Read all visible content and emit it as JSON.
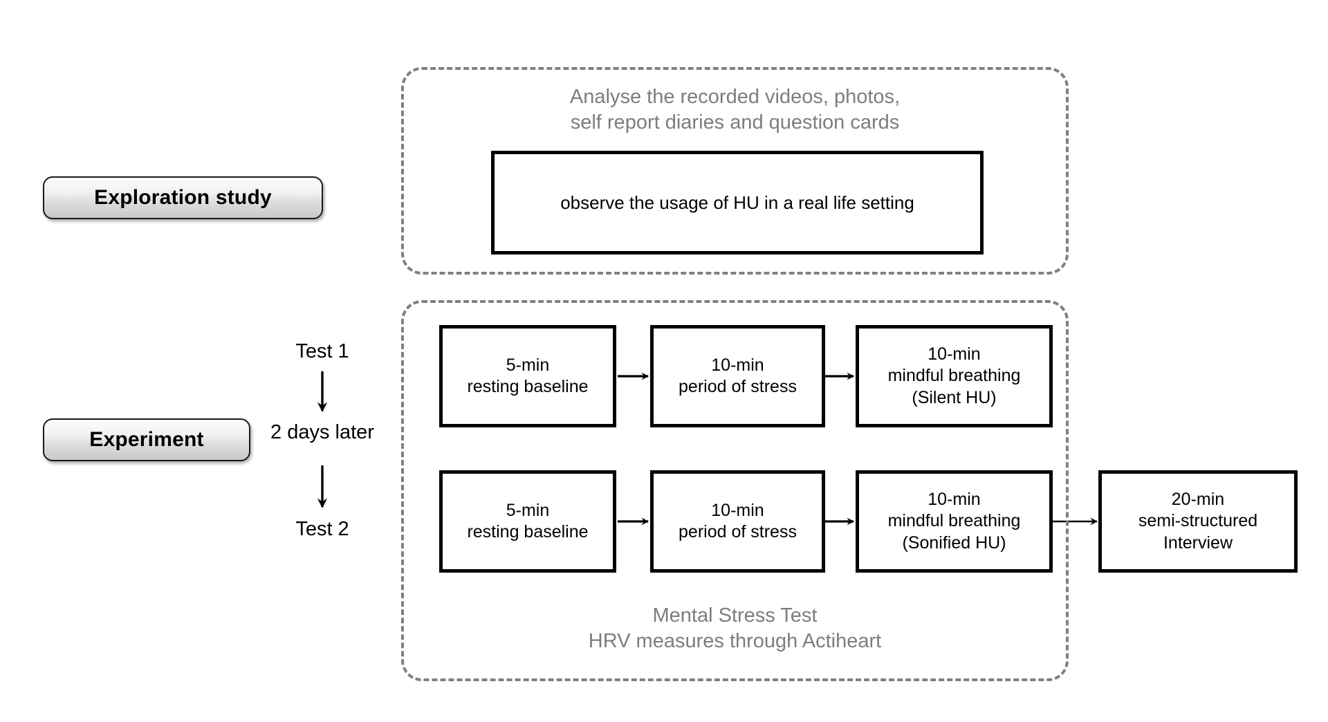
{
  "diagram": {
    "title_alt": "Study design overview: exploration study and experiment",
    "colors": {
      "box_border": "#000000",
      "group_border": "#808080",
      "caption_text": "#7d7d7d",
      "body_text": "#000000",
      "background": "#ffffff"
    }
  },
  "stages": [
    {
      "id": "exploration",
      "label": "Exploration study"
    },
    {
      "id": "experiment",
      "label": "Experiment"
    }
  ],
  "exploration_group": {
    "caption_line1": "Analyse the recorded videos, photos,",
    "caption_line2": "self report diaries and question cards",
    "box": {
      "label": "observe the usage of HU in a real life setting"
    }
  },
  "experiment_group": {
    "caption_line1": "Mental Stress Test",
    "caption_line2": "HRV measures through Actiheart",
    "timeline": [
      {
        "id": "test-1",
        "label": "Test 1"
      },
      {
        "id": "gap",
        "label": "2 days later"
      },
      {
        "id": "test-2",
        "label": "Test 2"
      }
    ],
    "rows": [
      {
        "id": "row-test-1",
        "steps": [
          {
            "id": "baseline-1",
            "lines": [
              "5-min",
              "resting baseline"
            ]
          },
          {
            "id": "stress-1",
            "lines": [
              "10-min",
              "period of stress"
            ]
          },
          {
            "id": "breathing-silent",
            "lines": [
              "10-min",
              "mindful breathing",
              "(Silent HU)"
            ]
          }
        ]
      },
      {
        "id": "row-test-2",
        "steps": [
          {
            "id": "baseline-2",
            "lines": [
              "5-min",
              "resting baseline"
            ]
          },
          {
            "id": "stress-2",
            "lines": [
              "10-min",
              "period of stress"
            ]
          },
          {
            "id": "breathing-sonified",
            "lines": [
              "10-min",
              "mindful breathing",
              "(Sonified HU)"
            ]
          }
        ]
      }
    ],
    "final_step": {
      "id": "interview",
      "lines": [
        "20-min",
        "semi-structured",
        "Interview"
      ]
    }
  }
}
